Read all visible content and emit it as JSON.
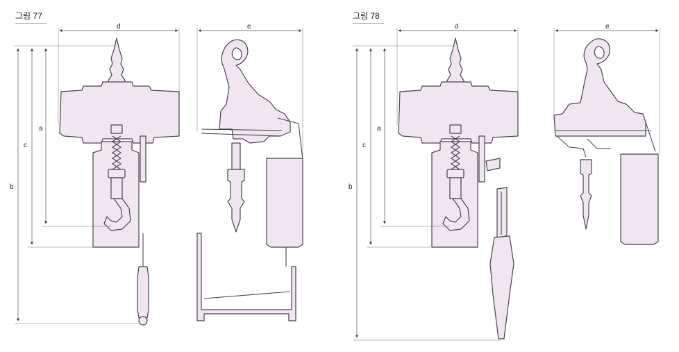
{
  "figures": [
    {
      "label": "그림 77",
      "dims": {
        "a": "a",
        "b": "b",
        "c": "c",
        "d": "d",
        "e": "e"
      }
    },
    {
      "label": "그림 78",
      "dims": {
        "a": "a",
        "b": "b",
        "c": "c",
        "d": "d",
        "e": "e"
      }
    }
  ]
}
